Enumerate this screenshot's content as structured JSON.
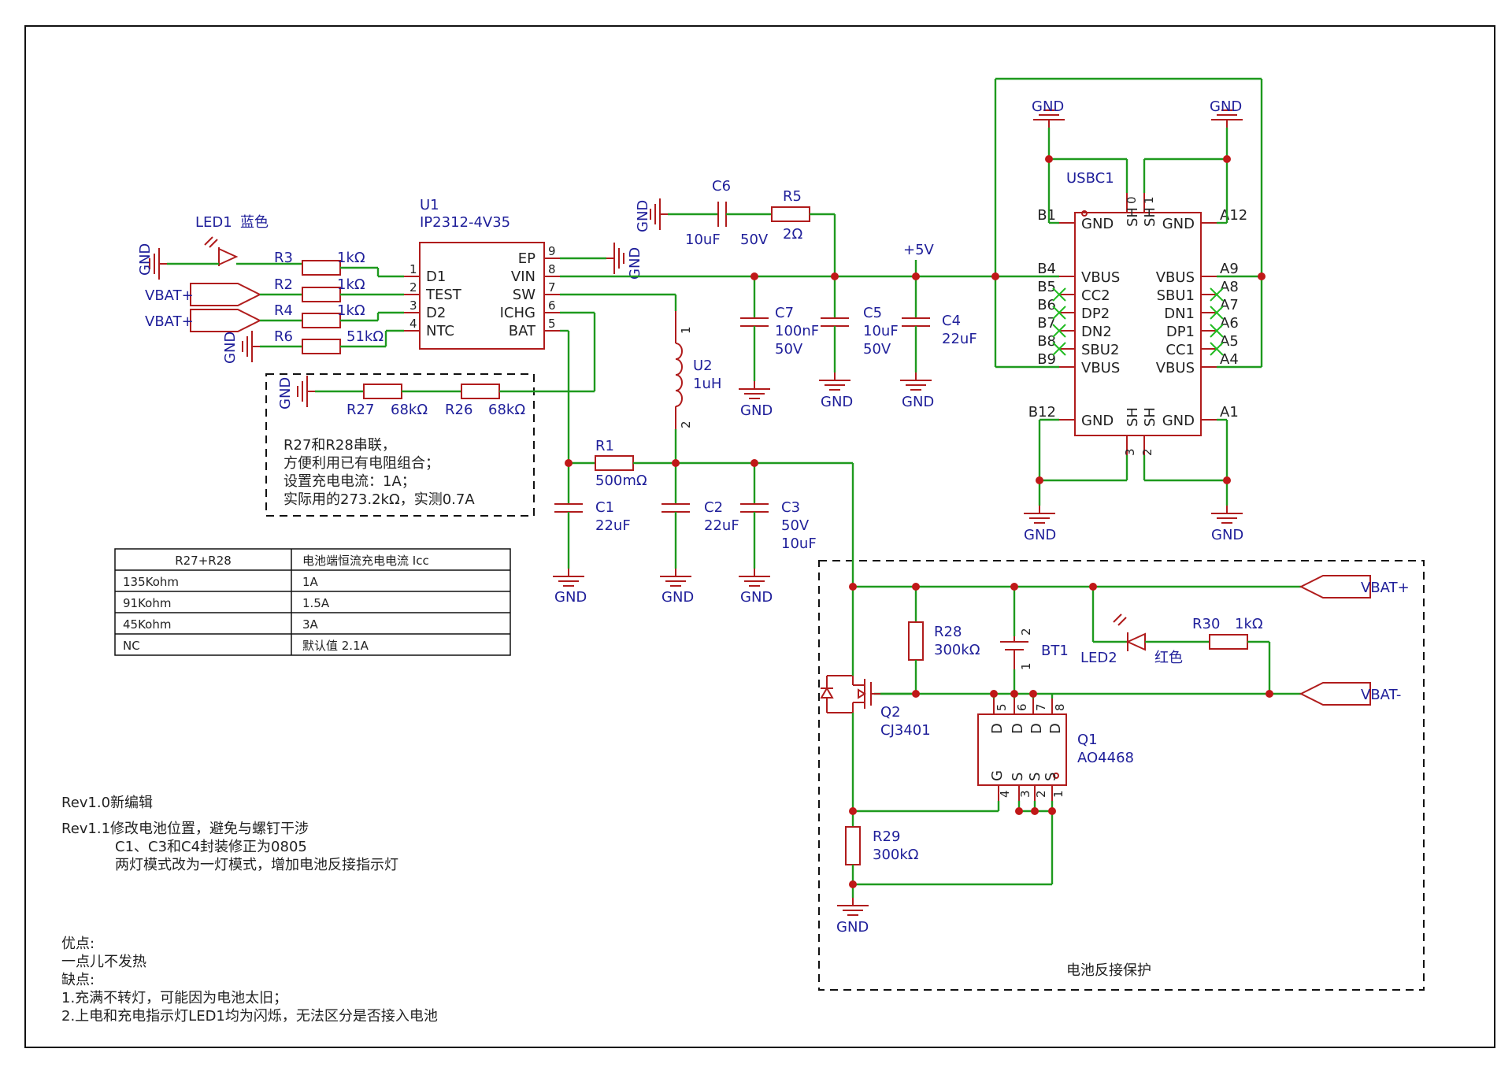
{
  "components": {
    "u1": {
      "ref": "U1",
      "value": "IP2312-4V35",
      "pins_left": [
        {
          "num": "1",
          "name": "D1"
        },
        {
          "num": "2",
          "name": "TEST"
        },
        {
          "num": "3",
          "name": "D2"
        },
        {
          "num": "4",
          "name": "NTC"
        }
      ],
      "pins_right": [
        {
          "num": "9",
          "name": "EP"
        },
        {
          "num": "8",
          "name": "VIN"
        },
        {
          "num": "7",
          "name": "SW"
        },
        {
          "num": "6",
          "name": "ICHG"
        },
        {
          "num": "5",
          "name": "BAT"
        }
      ]
    },
    "led1": {
      "ref": "LED1",
      "color": "蓝色"
    },
    "r3": {
      "ref": "R3",
      "value": "1kΩ"
    },
    "r2": {
      "ref": "R2",
      "value": "1kΩ"
    },
    "r4": {
      "ref": "R4",
      "value": "1kΩ"
    },
    "r6": {
      "ref": "R6",
      "value": "51kΩ"
    },
    "r27": {
      "ref": "R27",
      "value": "68kΩ"
    },
    "r26": {
      "ref": "R26",
      "value": "68kΩ"
    },
    "c6": {
      "ref": "C6",
      "value": "10uF",
      "voltage": "50V"
    },
    "r5": {
      "ref": "R5",
      "value": "2Ω"
    },
    "c7": {
      "ref": "C7",
      "value": "100nF",
      "voltage": "50V"
    },
    "c5": {
      "ref": "C5",
      "value": "10uF",
      "voltage": "50V"
    },
    "c4": {
      "ref": "C4",
      "value": "22uF"
    },
    "u2": {
      "ref": "U2",
      "value": "1uH",
      "pin1": "1",
      "pin2": "2"
    },
    "r1": {
      "ref": "R1",
      "value": "500mΩ"
    },
    "c1": {
      "ref": "C1",
      "value": "22uF"
    },
    "c2": {
      "ref": "C2",
      "value": "22uF"
    },
    "c3": {
      "ref": "C3",
      "voltage": "50V",
      "value": "10uF"
    },
    "usbc1": {
      "ref": "USBC1",
      "left_pins": [
        {
          "num": "B5",
          "name": "CC2"
        },
        {
          "num": "B6",
          "name": "DP2"
        },
        {
          "num": "B7",
          "name": "DN2"
        },
        {
          "num": "B8",
          "name": "SBU2"
        }
      ],
      "right_pins": [
        {
          "num": "A8",
          "name": "SBU1"
        },
        {
          "num": "A7",
          "name": "DN1"
        },
        {
          "num": "A6",
          "name": "DP1"
        },
        {
          "num": "A5",
          "name": "CC1"
        }
      ],
      "b1": "B1",
      "a12": "A12",
      "b4": "B4",
      "a9": "A9",
      "b9": "B9",
      "a4": "A4",
      "b12": "B12",
      "a1": "A1",
      "gnd": "GND",
      "vbus": "VBUS",
      "sh": "SH",
      "sh_pin_top_0": "0",
      "sh_pin_top_1": "1",
      "sh_pin_bot_3": "3",
      "sh_pin_bot_2": "2"
    },
    "r28": {
      "ref": "R28",
      "value": "300kΩ"
    },
    "bt1": {
      "ref": "BT1",
      "pin_plus": "2",
      "pin_minus": "1"
    },
    "led2": {
      "ref": "LED2",
      "color": "红色"
    },
    "r30": {
      "ref": "R30",
      "value": "1kΩ"
    },
    "q2": {
      "ref": "Q2",
      "value": "CJ3401"
    },
    "q1": {
      "ref": "Q1",
      "value": "AO4468",
      "top_pins": [
        "5",
        "6",
        "7",
        "8"
      ],
      "top_labels": [
        "D",
        "D",
        "D",
        "D"
      ],
      "bottom_pins": [
        "4",
        "3",
        "2",
        "1"
      ],
      "bottom_labels": [
        "G",
        "S",
        "S",
        "S"
      ]
    },
    "r29": {
      "ref": "R29",
      "value": "300kΩ"
    }
  },
  "nets": {
    "gnd": "GND",
    "vbat_plus": "VBAT+",
    "vbat_minus": "VBAT-",
    "plus5v": "+5V"
  },
  "notes": {
    "r27_box": [
      "R27和R28串联，",
      "方便利用已有电阻组合；",
      "设置充电电流：1A；",
      "实际用的273.2kΩ，实测0.7A"
    ],
    "battery_box_title": "电池反接保护",
    "revisions": [
      "Rev1.0新编辑",
      "Rev1.1修改电池位置，避免与螺钉干涉",
      "C1、C3和C4封装修正为0805",
      "两灯模式改为一灯模式，增加电池反接指示灯"
    ],
    "pros_cons": [
      "优点:",
      "一点儿不发热",
      "缺点:",
      "1.充满不转灯，可能因为电池太旧；",
      "2.上电和充电指示灯LED1均为闪烁，无法区分是否接入电池"
    ]
  },
  "table": {
    "headers": [
      "R27+R28",
      "电池端恒流充电电流 Icc"
    ],
    "rows": [
      [
        "135Kohm",
        "1A"
      ],
      [
        "91Kohm",
        "1.5A"
      ],
      [
        "45Kohm",
        "3A"
      ],
      [
        "NC",
        "默认值 2.1A"
      ]
    ]
  },
  "colors": {
    "wire": "#1e9a1e",
    "part": "#b01c1c",
    "label": "#1f1f9a",
    "junction": "#c01818"
  }
}
